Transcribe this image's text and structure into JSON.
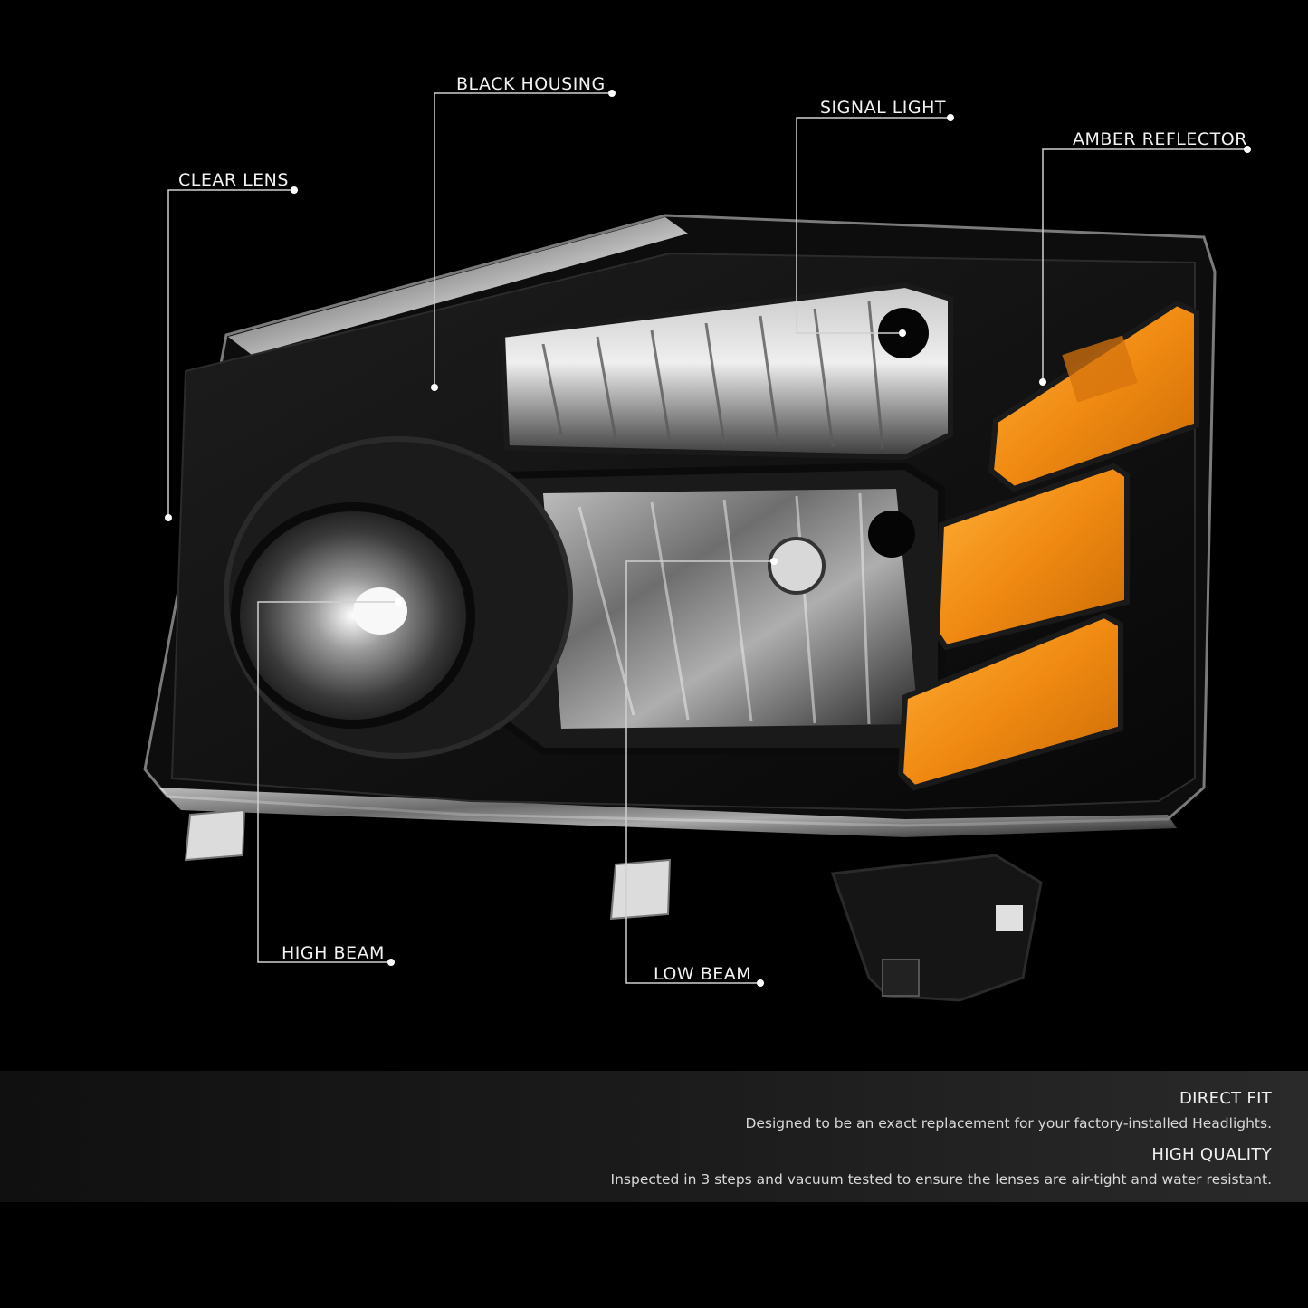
{
  "callouts": [
    {
      "id": "black-housing",
      "label": "BLACK HOUSING"
    },
    {
      "id": "signal-light",
      "label": "SIGNAL LIGHT"
    },
    {
      "id": "amber-reflector",
      "label": "AMBER REFLECTOR"
    },
    {
      "id": "clear-lens",
      "label": "CLEAR LENS"
    },
    {
      "id": "high-beam",
      "label": "HIGH BEAM"
    },
    {
      "id": "low-beam",
      "label": "LOW BEAM"
    }
  ],
  "features": [
    {
      "title": "DIRECT FIT",
      "text": "Designed to be an exact replacement for your factory-installed Headlights."
    },
    {
      "title": "HIGH QUALITY",
      "text": "Inspected in 3 steps and vacuum tested to ensure the lenses are air-tight and water resistant."
    }
  ],
  "colors": {
    "background": "#000000",
    "amber": "#f08a12",
    "callout_text": "#f2f2f2"
  }
}
